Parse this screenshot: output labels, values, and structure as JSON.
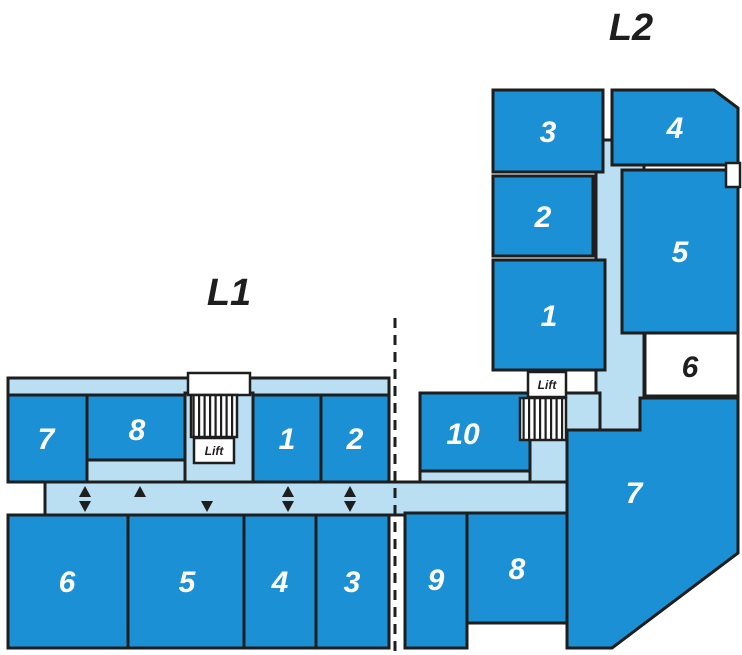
{
  "floorplan": {
    "l2": {
      "label": "L2",
      "rooms": [
        "3",
        "4",
        "2",
        "5",
        "1",
        "6"
      ],
      "lift_label": "Lift"
    },
    "l1": {
      "label": "L1",
      "rooms_top": [
        "7",
        "8",
        "1",
        "2",
        "10"
      ],
      "rooms_bottom": [
        "6",
        "5",
        "4",
        "3",
        "9",
        "8"
      ],
      "room_side": "7",
      "lift_label": "Lift"
    }
  },
  "colors": {
    "room_fill": "#1b90d5",
    "corridor_fill": "#badef2",
    "white_room_fill": "#ffffff",
    "outline": "#1e1e1e",
    "room_label": "#ffffff",
    "dark_label": "#1e1e1e"
  },
  "icons": {
    "arrow_up": "▲",
    "arrow_down": "▼",
    "stairs": "vertical-hatch",
    "lift": "lift-box",
    "divider": "dashed-section-divider"
  }
}
